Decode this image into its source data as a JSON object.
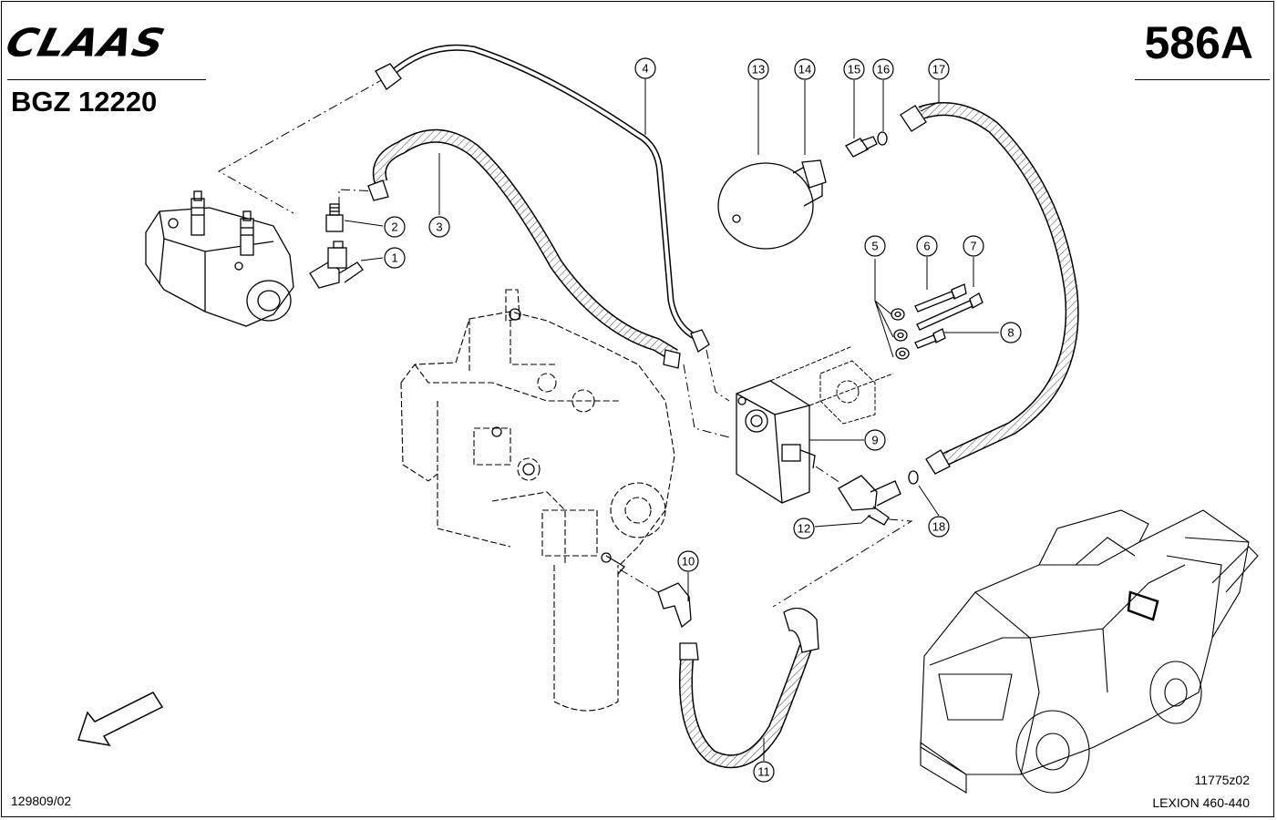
{
  "header": {
    "brand": "CLAAS",
    "group_code": "BGZ 12220",
    "page_number": "586A"
  },
  "footer": {
    "doc_number": "129809/02",
    "drawing_number": "11775z02",
    "model": "LEXION 460-440"
  },
  "callouts": [
    {
      "num": "1"
    },
    {
      "num": "2"
    },
    {
      "num": "3"
    },
    {
      "num": "4"
    },
    {
      "num": "5"
    },
    {
      "num": "6"
    },
    {
      "num": "7"
    },
    {
      "num": "8"
    },
    {
      "num": "9"
    },
    {
      "num": "10"
    },
    {
      "num": "11"
    },
    {
      "num": "12"
    },
    {
      "num": "13"
    },
    {
      "num": "14"
    },
    {
      "num": "15"
    },
    {
      "num": "16"
    },
    {
      "num": "17"
    },
    {
      "num": "18"
    }
  ],
  "colors": {
    "ink": "#000000",
    "paper": "#ffffff"
  },
  "icons": {
    "direction_arrow": "arrow-down-left-icon"
  }
}
